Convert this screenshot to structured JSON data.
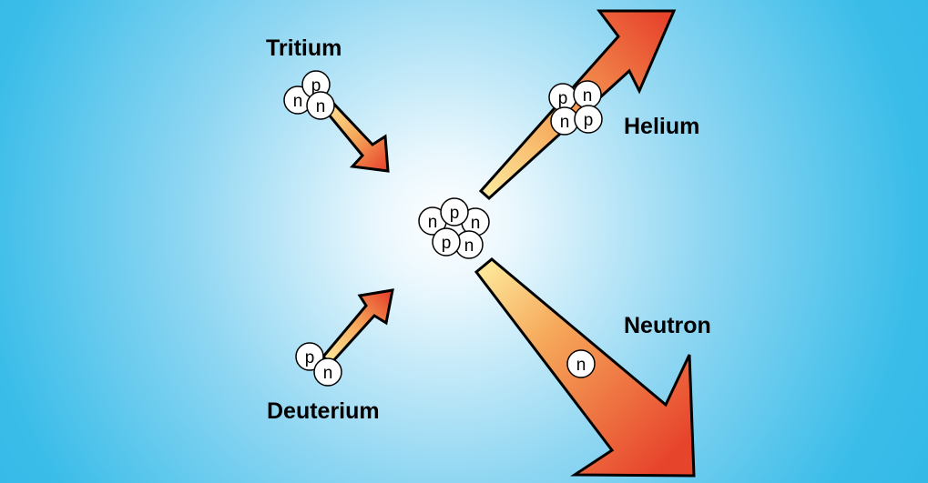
{
  "labels": {
    "tritium": "Tritium",
    "deuterium": "Deuterium",
    "helium": "Helium",
    "neutron": "Neutron"
  },
  "particles": {
    "proton": "p",
    "neutron": "n"
  },
  "colors": {
    "background_center": "#ffffff",
    "background_edge": "#3bbde9",
    "arrow_light": "#fde79a",
    "arrow_dark": "#e7442c",
    "outline": "#000000"
  }
}
